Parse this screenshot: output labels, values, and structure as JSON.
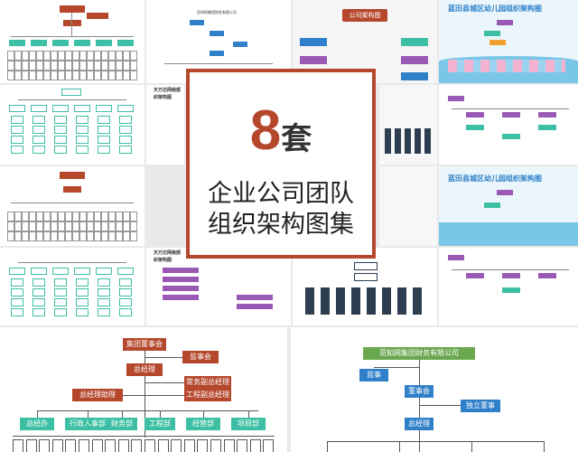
{
  "cover": {
    "number": "8",
    "unit": "套",
    "line1": "企业公司团队",
    "line2": "组织架构图集"
  },
  "thumbs": {
    "company_chart_title": "公司架构图",
    "kindergarten_title": "蓝田县城区幼儿园组织架构图",
    "tianwan_title_1": "天万达网络部",
    "tianwan_title_2": "织架构图",
    "finance_small_title": "觅知网集团财务有限公司"
  },
  "chart_left": {
    "board": "集团董事会",
    "supervisors": "监事会",
    "gm": "总经理",
    "exec_vp": "常务副总经理",
    "gm_assistant": "总经理助理",
    "eng_vp": "工程副总经理",
    "departments": [
      "总经办",
      "行政人事部",
      "财务部",
      "工程部",
      "经营部",
      "项目部"
    ]
  },
  "chart_right": {
    "company": "觅知网集团财务有限公司",
    "supervisor": "监事",
    "board": "董事会",
    "independent_director": "独立董事",
    "gm": "总经理"
  },
  "colors": {
    "accent": "#b4472c",
    "teal": "#3dbfa5",
    "blue": "#2f80c9",
    "purple": "#9b59b6",
    "navy": "#2c3e50"
  }
}
